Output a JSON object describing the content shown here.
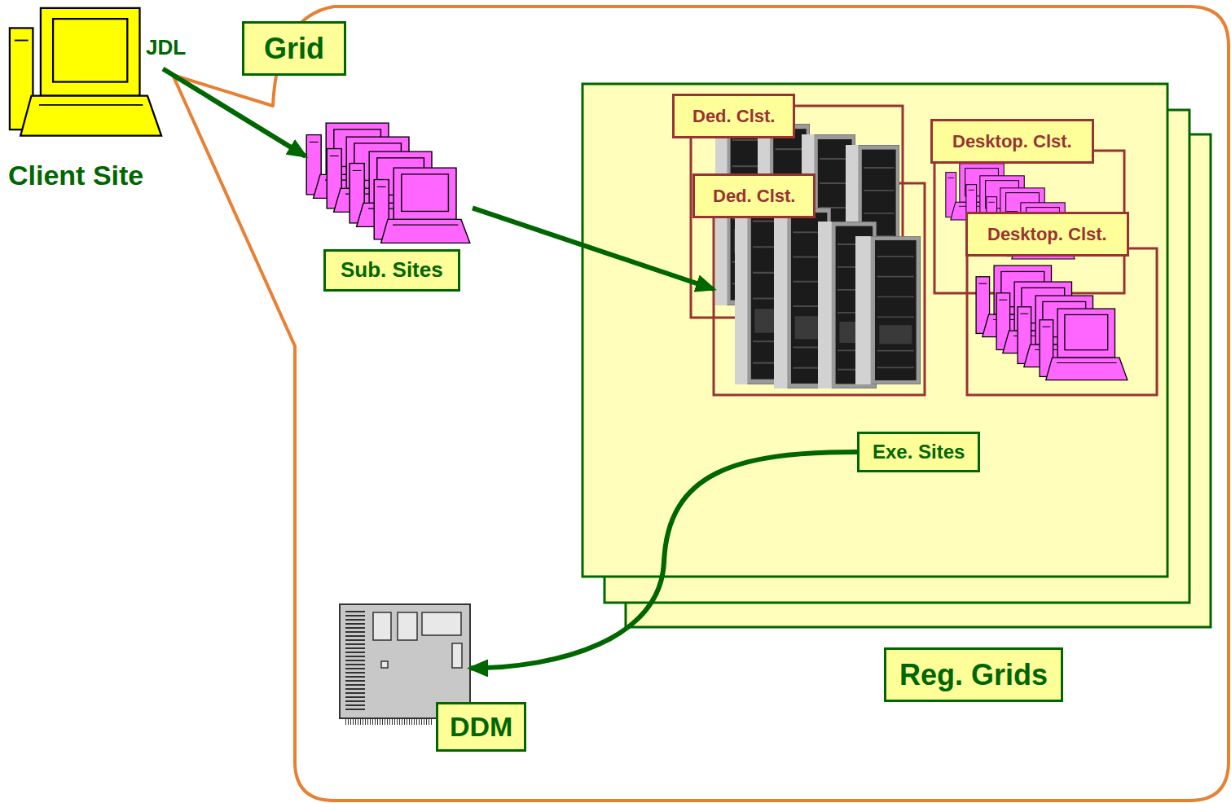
{
  "diagram": {
    "nodes": [
      {
        "text": [
          "Client Site"
        ]
      },
      {
        "text": [
          "Grid"
        ]
      },
      {
        "text": [
          "Sub. Sites"
        ],
        "in": 1
      },
      {
        "text": [
          "Reg. Grids"
        ],
        "in": 1
      },
      {
        "text": [
          "Ded. Clst."
        ],
        "in": 3
      },
      {
        "text": [
          "Ded. Clst."
        ],
        "in": 3
      },
      {
        "text": [
          "Desktop. Clst."
        ],
        "in": 3
      },
      {
        "text": [
          "Desktop. Clst."
        ],
        "in": 3
      },
      {
        "text": [
          "Exe. Sites"
        ],
        "in": 3
      },
      {
        "text": [
          "DDM"
        ],
        "in": 1
      }
    ],
    "edges": [
      {
        "from": 0,
        "to": 2,
        "arrow": "to",
        "label": "JDL"
      },
      {
        "from": 2,
        "to": 5,
        "arrow": "to"
      },
      {
        "from": 8,
        "to": 9,
        "arrow": "to"
      }
    ]
  }
}
